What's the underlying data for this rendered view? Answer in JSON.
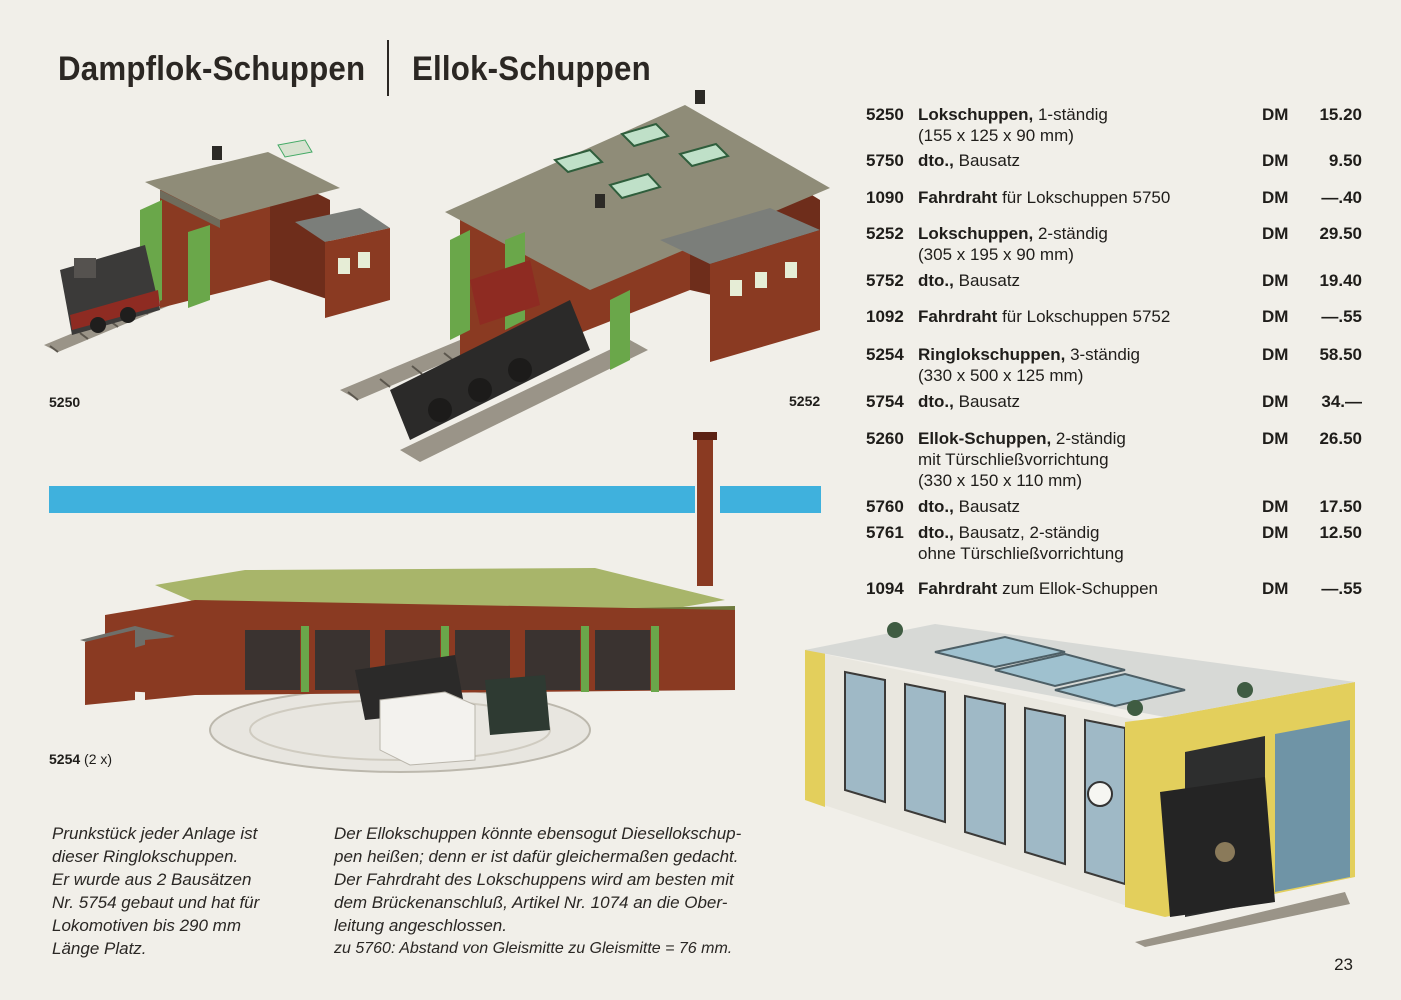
{
  "header": {
    "title_left": "Dampflok-Schuppen",
    "title_right": "Ellok-Schuppen"
  },
  "captions": {
    "c5250": "5250",
    "c5252": "5252",
    "c5254_no": "5254",
    "c5254_qty": "(2 x)"
  },
  "price_list": [
    {
      "no": "5250",
      "name": "Lokschuppen,",
      "detail": " 1-ständig",
      "line2": "(155 x 125 x 90 mm)",
      "line3": "",
      "currency": "DM",
      "price": "15.20"
    },
    {
      "no": "5750",
      "name": "dto.,",
      "detail": " Bausatz",
      "line2": "",
      "line3": "",
      "currency": "DM",
      "price": "9.50"
    },
    {
      "no": "1090",
      "name": "Fahrdraht",
      "detail": " für Lokschuppen 5750",
      "line2": "",
      "line3": "",
      "currency": "DM",
      "price": "—.40"
    },
    {
      "no": "5252",
      "name": "Lokschuppen,",
      "detail": " 2-ständig",
      "line2": "(305 x 195 x 90 mm)",
      "line3": "",
      "currency": "DM",
      "price": "29.50"
    },
    {
      "no": "5752",
      "name": "dto.,",
      "detail": " Bausatz",
      "line2": "",
      "line3": "",
      "currency": "DM",
      "price": "19.40"
    },
    {
      "no": "1092",
      "name": "Fahrdraht",
      "detail": " für Lokschuppen 5752",
      "line2": "",
      "line3": "",
      "currency": "DM",
      "price": "—.55"
    },
    {
      "no": "5254",
      "name": "Ringlokschuppen,",
      "detail": " 3-ständig",
      "line2": "(330 x 500 x 125 mm)",
      "line3": "",
      "currency": "DM",
      "price": "58.50"
    },
    {
      "no": "5754",
      "name": "dto.,",
      "detail": " Bausatz",
      "line2": "",
      "line3": "",
      "currency": "DM",
      "price": "34.—"
    },
    {
      "no": "5260",
      "name": "Ellok-Schuppen,",
      "detail": " 2-ständig",
      "line2": "mit Türschließvorrichtung",
      "line3": "(330 x 150 x 110 mm)",
      "currency": "DM",
      "price": "26.50"
    },
    {
      "no": "5760",
      "name": "dto.,",
      "detail": " Bausatz",
      "line2": "",
      "line3": "",
      "currency": "DM",
      "price": "17.50"
    },
    {
      "no": "5761",
      "name": "dto.,",
      "detail": " Bausatz, 2-ständig",
      "line2": "ohne Türschließvorrichtung",
      "line3": "",
      "currency": "DM",
      "price": "12.50"
    },
    {
      "no": "1094",
      "name": "Fahrdraht",
      "detail": " zum Ellok-Schuppen",
      "line2": "",
      "line3": "",
      "currency": "DM",
      "price": "—.55"
    }
  ],
  "text_left": [
    "Prunkstück jeder Anlage ist",
    "dieser Ringlokschuppen.",
    "Er wurde aus 2 Bausätzen",
    "Nr. 5754 gebaut und hat für",
    "Lokomotiven bis 290 mm",
    "Länge Platz."
  ],
  "text_right": [
    "Der Ellokschuppen könnte ebensogut Diesellokschup-",
    "pen heißen; denn er ist dafür gleichermaßen gedacht.",
    "Der Fahrdraht des Lokschuppens wird am besten mit",
    "dem Brückenanschluß, Artikel Nr. 1074  an die Ober-",
    "leitung angeschlossen.",
    "zu 5760: Abstand von Gleismitte zu Gleismitte = 76 mm."
  ],
  "page_number": "23",
  "colors": {
    "background": "#f1efe9",
    "accent_bar": "#3fb1dd",
    "brick": "#8a3a22",
    "roof": "#8f8c78",
    "green_door": "#6aa74a",
    "tile_yellow": "#e3cf5c"
  }
}
